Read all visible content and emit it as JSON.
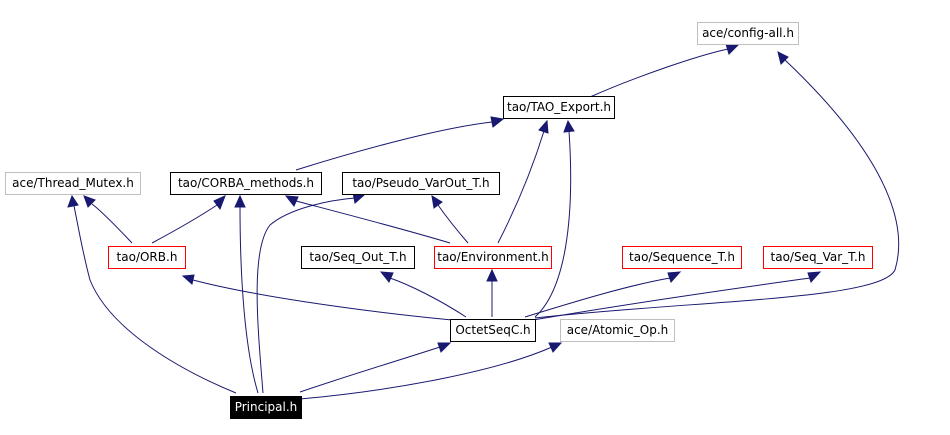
{
  "graph": {
    "colors": {
      "edge": "#191970",
      "documented_border": "#000000",
      "undocumented_border": "#bfbfbf",
      "template_border": "#ff0000",
      "root_fill": "#000000",
      "root_text": "#ffffff"
    },
    "nodes": {
      "config_all": "ace/config-all.h",
      "tao_export": "tao/TAO_Export.h",
      "thread_mutex": "ace/Thread_Mutex.h",
      "corba_methods": "tao/CORBA_methods.h",
      "pseudo_varout": "tao/Pseudo_VarOut_T.h",
      "orb": "tao/ORB.h",
      "seq_out": "tao/Seq_Out_T.h",
      "environment": "tao/Environment.h",
      "sequence_t": "tao/Sequence_T.h",
      "seq_var": "tao/Seq_Var_T.h",
      "octetseq": "OctetSeqC.h",
      "atomic_op": "ace/Atomic_Op.h",
      "principal": "Principal.h"
    }
  }
}
